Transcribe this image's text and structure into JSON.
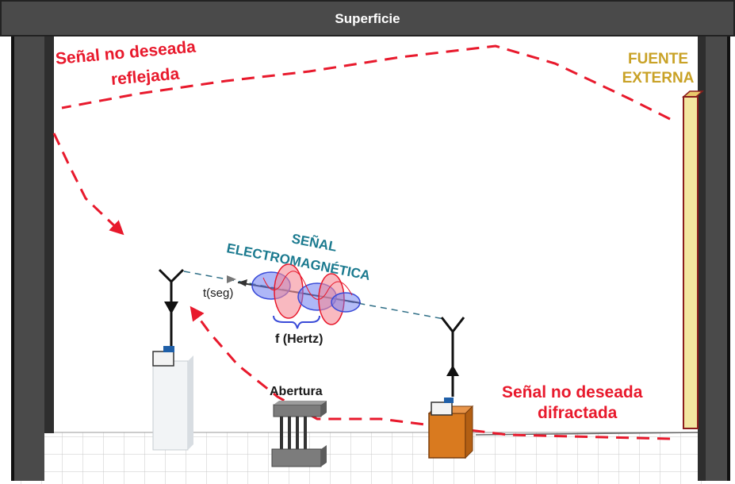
{
  "labels": {
    "surface": "Superficie",
    "reflected_line1": "Señal no deseada",
    "reflected_line2": "reflejada",
    "external_source_line1": "FUENTE",
    "external_source_line2": "EXTERNA",
    "signal_line1": "SEÑAL",
    "signal_line2": "ELECTROMAGNÉTICA",
    "time_axis": "t(seg)",
    "frequency": "f (Hertz)",
    "aperture": "Abertura",
    "diffracted_line1": "Señal no deseada",
    "diffracted_line2": "difractada"
  },
  "colors": {
    "interference_path": "#e8192c",
    "external_source": "#c9a227",
    "signal_text": "#1b7a8f",
    "wall": "#4a4a4a",
    "source_panel": "#f3e6a0",
    "receiver_box": "#d97a1f",
    "wave_red": "#e8192c",
    "wave_blue": "#3a4bd8"
  },
  "icons": {
    "transmitter": "antenna-icon",
    "receiver": "antenna-icon",
    "aperture": "slit-icon"
  }
}
